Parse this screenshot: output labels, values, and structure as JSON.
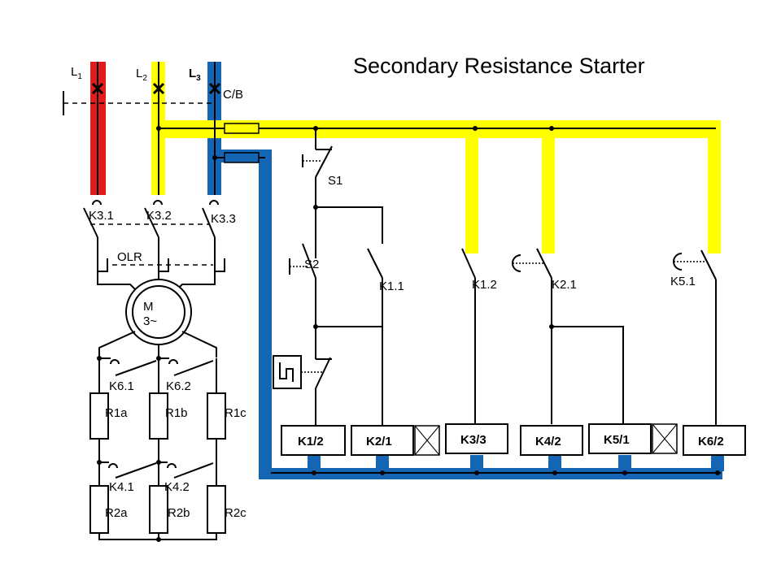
{
  "title": "Secondary Resistance Starter",
  "supply": {
    "lines": [
      {
        "letter": "L",
        "sub": "1",
        "color": "#e21b1b"
      },
      {
        "letter": "L",
        "sub": "2",
        "color": "#ffff00"
      },
      {
        "letter": "L",
        "sub": "3",
        "color": "#1565b5"
      }
    ],
    "breaker_label": "C/B"
  },
  "main_contacts": [
    "K3.1",
    "K3.2",
    "K3.3"
  ],
  "overload_label": "OLR",
  "motor": {
    "line1": "M",
    "line2": "3~"
  },
  "rotor_contacts": {
    "stage1": [
      "K6.1",
      "K6.2"
    ],
    "stage2": [
      "K4.1",
      "K4.2"
    ]
  },
  "resistors": {
    "row1": [
      "R1a",
      "R1b",
      "R1c"
    ],
    "row2": [
      "R2a",
      "R2b",
      "R2c"
    ]
  },
  "control_switches": [
    "S1",
    "S2"
  ],
  "control_contacts": [
    "K1.1",
    "K1.2",
    "K2.1",
    "K5.1"
  ],
  "coils": [
    "K1/2",
    "K2/1",
    "K3/3",
    "K4/2",
    "K5/1",
    "K6/2"
  ],
  "colors": {
    "phase_l1": "#e21b1b",
    "phase_l2": "#ffff00",
    "phase_l3": "#1565b5"
  }
}
